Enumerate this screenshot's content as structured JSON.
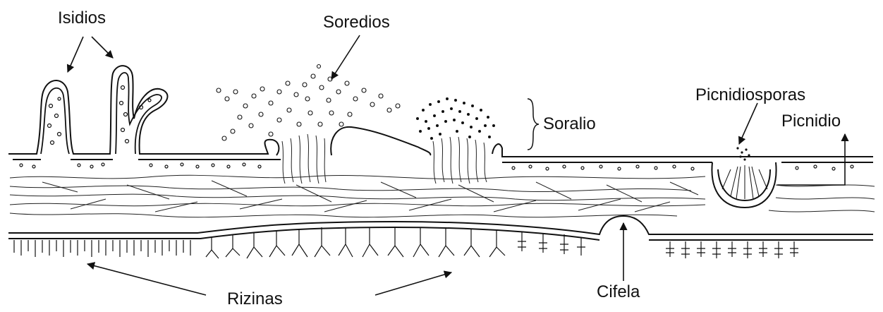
{
  "labels": {
    "isidios": "Isidios",
    "soredios": "Soredios",
    "soralio": "Soralio",
    "picnidiosporas": "Picnidiosporas",
    "picnidio": "Picnidio",
    "cifela": "Cifela",
    "rizinas": "Rizinas"
  },
  "colors": {
    "ink": "#111111",
    "background": "#ffffff"
  }
}
